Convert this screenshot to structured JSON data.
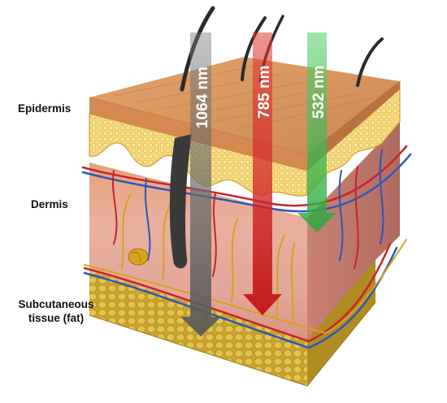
{
  "labels": {
    "epidermis": "Epidermis",
    "dermis": "Dermis",
    "subcutaneous_line1": "Subcutaneous",
    "subcutaneous_line2": "tissue (fat)"
  },
  "beams": [
    {
      "label": "1064 nm",
      "color": "#6b6b6b",
      "depth_layer": "subcutaneous"
    },
    {
      "label": "785 nm",
      "color": "#d21f1f",
      "depth_layer": "deep dermis"
    },
    {
      "label": "532 nm",
      "color": "#2fb84a",
      "depth_layer": "upper dermis"
    }
  ],
  "colors": {
    "epidermis_top": "#d9955c",
    "epidermis_yellow": "#f2cf6a",
    "dermis": "#eab0a2",
    "fat": "#d8b535",
    "artery": "#c8242c",
    "vein": "#2b57b8",
    "nerve": "#d9a21c"
  }
}
